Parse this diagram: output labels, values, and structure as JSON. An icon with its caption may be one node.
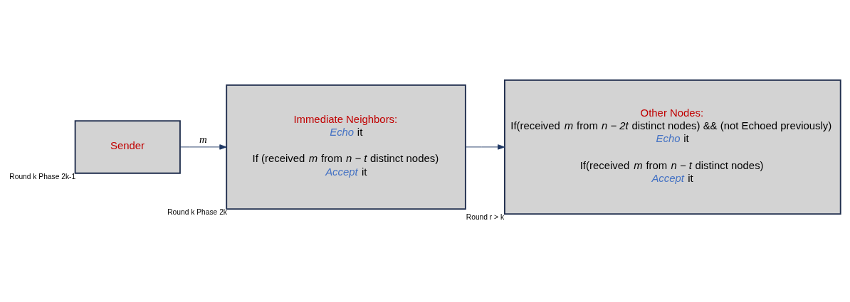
{
  "diagram": {
    "nodes": [
      {
        "text": [
          "Sender"
        ],
        "beside": [
          "Round k Phase 2k-1"
        ]
      },
      {
        "text": [
          "Immediate Neighbors:",
          "*Echo* it",
          "If (received *m* from *n − t* distinct nodes)",
          "*Accept* it"
        ],
        "beside": [
          "Round k Phase 2k"
        ]
      },
      {
        "text": [
          "Other Nodes:",
          "If(received *m* from *n − 2t* distinct nodes) && (not Echoed previously)",
          "*Echo* it",
          "If(received *m* from *n − t* distinct nodes)",
          "*Accept* it"
        ],
        "beside": [
          "Round r > k"
        ]
      }
    ],
    "edges": [
      {
        "from": 0,
        "to": 1,
        "arrow": "to",
        "label": "*m*"
      },
      {
        "from": 1,
        "to": 2,
        "arrow": "to"
      }
    ]
  }
}
